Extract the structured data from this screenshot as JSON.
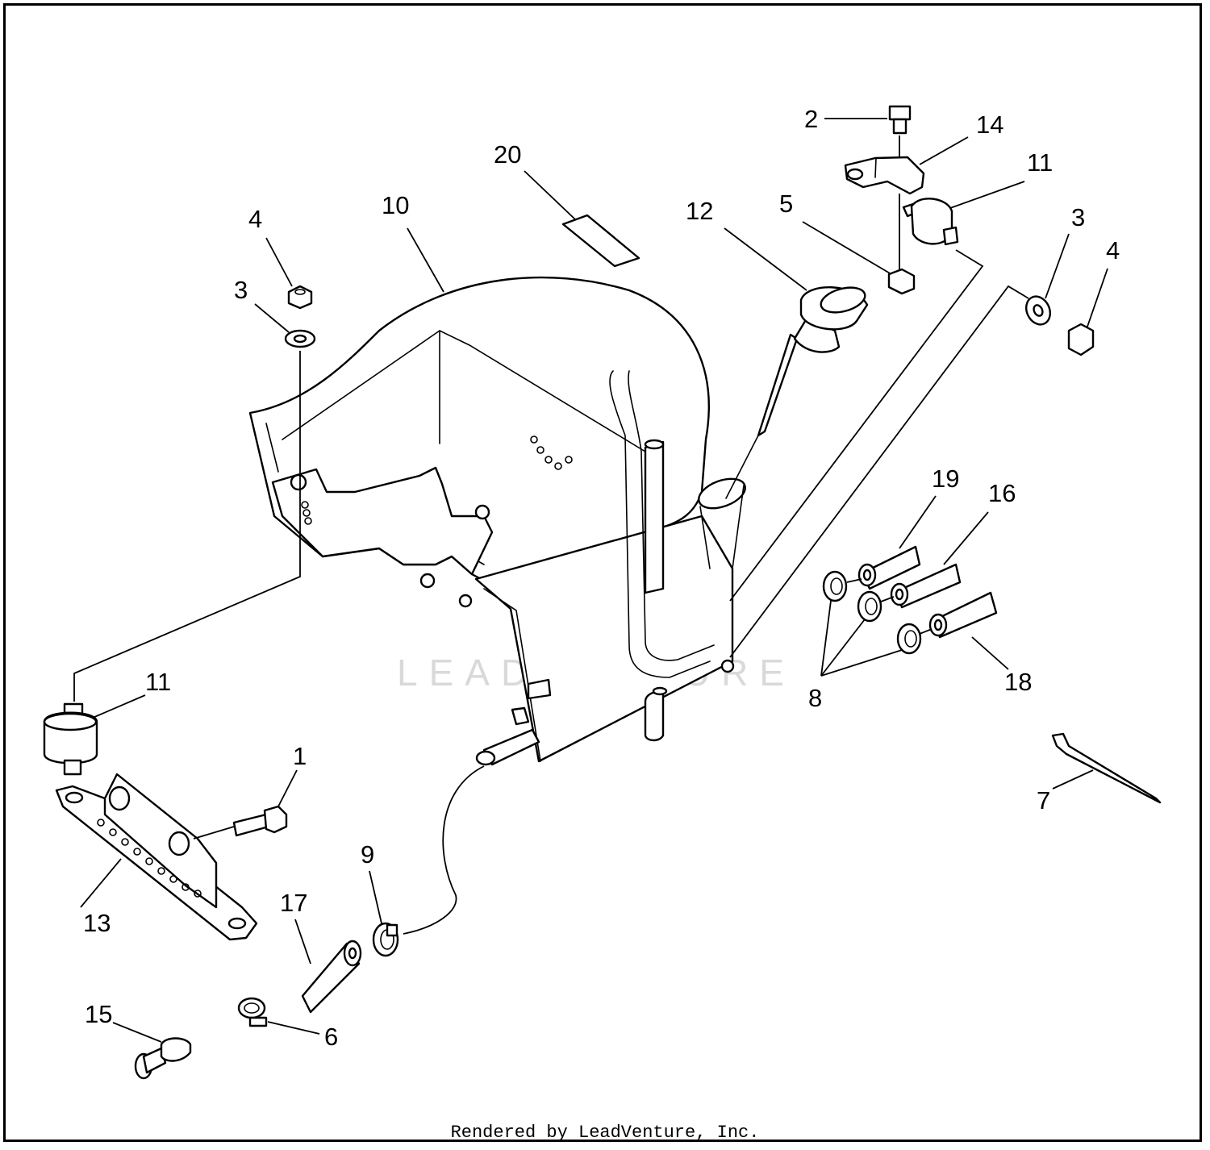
{
  "callouts": [
    {
      "id": "c-2",
      "text": "2"
    },
    {
      "id": "c-14",
      "text": "14"
    },
    {
      "id": "c-11a",
      "text": "11"
    },
    {
      "id": "c-20",
      "text": "20"
    },
    {
      "id": "c-10",
      "text": "10"
    },
    {
      "id": "c-12",
      "text": "12"
    },
    {
      "id": "c-5",
      "text": "5"
    },
    {
      "id": "c-3a",
      "text": "3"
    },
    {
      "id": "c-4a",
      "text": "4"
    },
    {
      "id": "c-4b",
      "text": "4"
    },
    {
      "id": "c-3b",
      "text": "3"
    },
    {
      "id": "c-19",
      "text": "19"
    },
    {
      "id": "c-16",
      "text": "16"
    },
    {
      "id": "c-8",
      "text": "8"
    },
    {
      "id": "c-18",
      "text": "18"
    },
    {
      "id": "c-11b",
      "text": "11"
    },
    {
      "id": "c-1",
      "text": "1"
    },
    {
      "id": "c-13",
      "text": "13"
    },
    {
      "id": "c-9",
      "text": "9"
    },
    {
      "id": "c-17",
      "text": "17"
    },
    {
      "id": "c-7",
      "text": "7"
    },
    {
      "id": "c-15",
      "text": "15"
    },
    {
      "id": "c-6",
      "text": "6"
    }
  ],
  "watermark": "LEADVENTURE",
  "footer": "Rendered by LeadVenture, Inc."
}
